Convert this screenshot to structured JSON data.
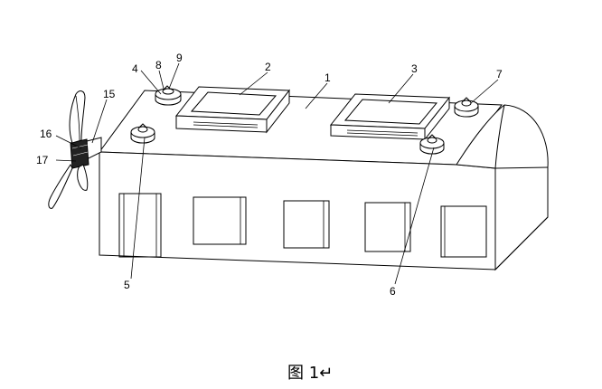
{
  "caption": "图 1↵",
  "labels": [
    "1",
    "2",
    "3",
    "4",
    "5",
    "6",
    "7",
    "8",
    "9",
    "15",
    "16",
    "17"
  ]
}
